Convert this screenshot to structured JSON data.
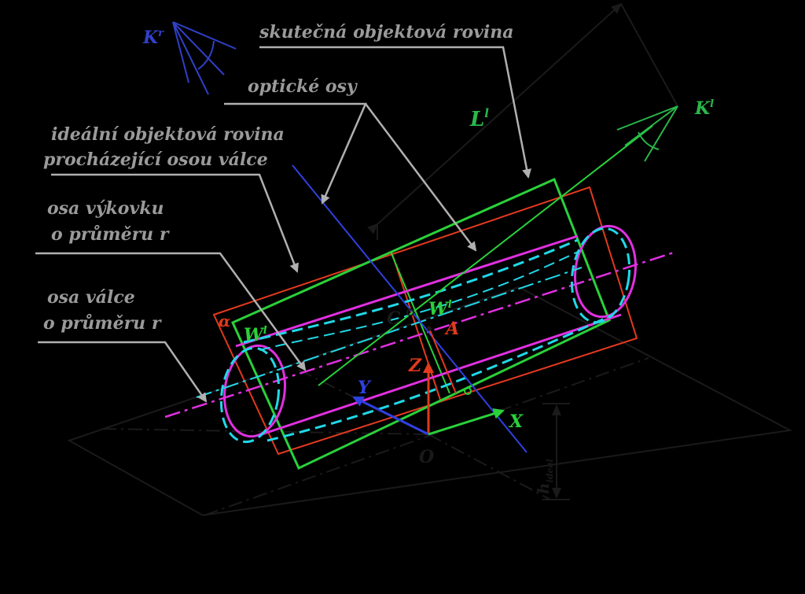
{
  "annotations": {
    "real_plane": "skutečná objektová rovina",
    "optical_axes": "optické osy",
    "ideal_plane_line1": "ideální objektová rovina",
    "ideal_plane_line2": "procházející osou válce",
    "punch_axis_line1": "osa výkovku",
    "punch_axis_line2": "o průměru r",
    "cyl_axis_line1": "osa válce",
    "cyl_axis_line2": "o průměru r"
  },
  "labels": {
    "camera_right": "K",
    "camera_right_sup": "r",
    "camera_left": "K",
    "camera_left_sup": "l",
    "baseline": "L",
    "baseline_sup": "l",
    "w_left": "W",
    "w_left_sup": "l",
    "w_center": "W",
    "w_center_sup": "l",
    "alpha": "α",
    "point_c": "C",
    "point_a": "A",
    "axis_z": "Z",
    "axis_y": "Y",
    "axis_x": "X",
    "origin": "O",
    "height": "h",
    "height_sub": "ideal"
  },
  "colors": {
    "background": "#000000",
    "annotation": "#9a9a9a",
    "black_lines": "#1a1a1a",
    "red": "#e23a1e",
    "green": "#2ad13a",
    "magenta": "#e030e0",
    "cyan": "#20d8e8",
    "blue": "#3040e0",
    "camera_left": "#2ab84a",
    "camera_right": "#3040c8"
  }
}
